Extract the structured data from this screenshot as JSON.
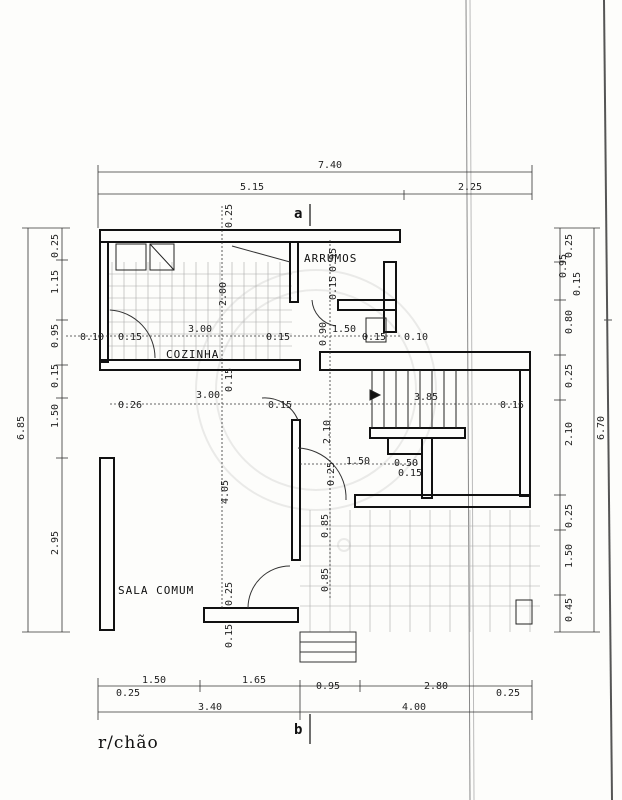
{
  "plan": {
    "title": "r/chão",
    "section_marks": {
      "top": "a",
      "bottom": "b"
    },
    "rooms": {
      "storage": "ARRUMOS",
      "kitchen": "COZINHA",
      "living": "SALA COMUM"
    },
    "dims_top": {
      "overall": "7.40",
      "left": "5.15",
      "right": "2.25"
    },
    "dims_bottom": {
      "row1": [
        "1.50",
        "1.65",
        "0.95",
        "2.80"
      ],
      "row2": [
        "0.25",
        "0.25"
      ],
      "row3": [
        "3.40",
        "4.00"
      ]
    },
    "dims_left": {
      "overall": "6.85",
      "segments": [
        "0.25",
        "1.15",
        "0.95",
        "0.15",
        "1.50",
        "2.95"
      ]
    },
    "dims_right": {
      "overall": "6.70",
      "segments": [
        "0.25",
        "0.95",
        "0.15",
        "0.80",
        "0.25",
        "2.10",
        "0.25",
        "1.50",
        "0.45"
      ]
    },
    "dims_interior": {
      "wall_top_1": "0.25",
      "storage_h1": "0.95",
      "storage_h2": "0.15",
      "kitchen_h": "2.00",
      "kitchen_w": "3.00",
      "stair_w": "1.50",
      "wall_a": "0.10",
      "wall_b": "0.15",
      "wall_c": "0.15",
      "wall_d": "0.90",
      "wall_e": "0.15",
      "wall_f": "0.10",
      "wall_g": "0.15",
      "living_w": "3.00",
      "wall_h": "0.26",
      "wall_i": "0.15",
      "hall_w": "3.85",
      "wall_j": "0.15",
      "hall_h": "2.10",
      "living_h": "4.05",
      "step_w": "1.50",
      "step_a": "0.50",
      "step_b": "0.15",
      "wall_k": "0.25",
      "door_a": "0.85",
      "door_b": "0.85",
      "wall_l": "0.25",
      "wall_m": "0.15"
    }
  }
}
